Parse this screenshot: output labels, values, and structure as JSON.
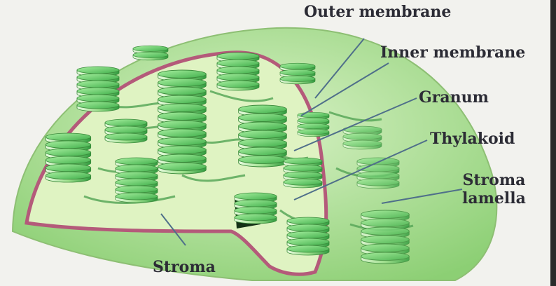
{
  "diagram": {
    "labels": {
      "outer_membrane": "Outer membrane",
      "inner_membrane": "Inner membrane",
      "granum": "Granum",
      "thylakoid": "Thylakoid",
      "stroma_lamella_line1": "Stroma",
      "stroma_lamella_line2": "lamella",
      "stroma": "Stroma"
    },
    "colors": {
      "outer_envelope": "#bfe6a8",
      "inner_stroma": "#dff3c2",
      "inner_membrane": "#b45a7a",
      "granum_light": "#8fe08f",
      "granum_dark": "#2f9a3e",
      "leader_line": "#4f6f8a",
      "label_text": "#2c2c35"
    }
  }
}
